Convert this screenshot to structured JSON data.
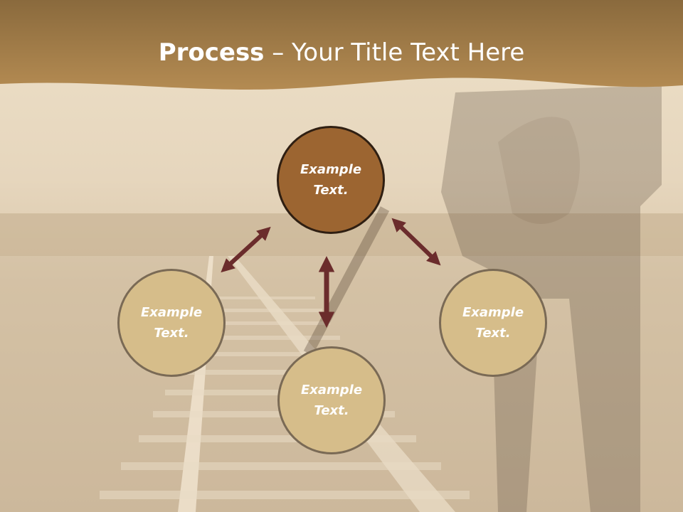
{
  "slide": {
    "title_bold": "Process",
    "title_rest": " – Your Title Text Here"
  },
  "diagram": {
    "center": "Example\nText.",
    "left": "Example\nText.",
    "bottom": "Example\nText.",
    "right": "Example\nText."
  },
  "colors": {
    "header_brown": "#a07a45",
    "center_fill": "#9c6531",
    "satellite_fill": "#d6bd8a",
    "arrow_color": "#6b2c2c"
  }
}
